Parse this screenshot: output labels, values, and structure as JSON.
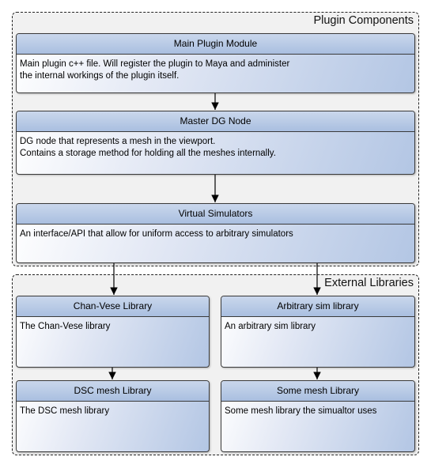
{
  "groups": {
    "plugin": {
      "title": "Plugin Components"
    },
    "external": {
      "title": "External Libraries"
    }
  },
  "boxes": {
    "main_plugin": {
      "title": "Main Plugin Module",
      "lines": [
        "Main plugin c++ file. Will register the plugin to Maya and administer",
        "the internal workings of the plugin itself."
      ]
    },
    "master_dg": {
      "title": "Master DG Node",
      "lines": [
        "DG node that represents a mesh in the viewport.",
        "Contains a storage method for holding all the meshes internally."
      ]
    },
    "virtual_sim": {
      "title": "Virtual Simulators",
      "lines": [
        "An interface/API that allow for uniform access to arbitrary simulators"
      ]
    },
    "chan_vese": {
      "title": "Chan-Vese Library",
      "lines": [
        "The Chan-Vese library"
      ]
    },
    "arbitrary_sim": {
      "title": "Arbitrary sim library",
      "lines": [
        "An arbitrary sim library"
      ]
    },
    "dsc_mesh": {
      "title": "DSC mesh Library",
      "lines": [
        "The DSC mesh library"
      ]
    },
    "some_mesh": {
      "title": "Some mesh Library",
      "lines": [
        "Some mesh library the simualtor uses"
      ]
    }
  },
  "colors": {
    "header": "#b3c6e4",
    "border": "#3a3a3a",
    "group_fill": "#f1f1f1"
  }
}
